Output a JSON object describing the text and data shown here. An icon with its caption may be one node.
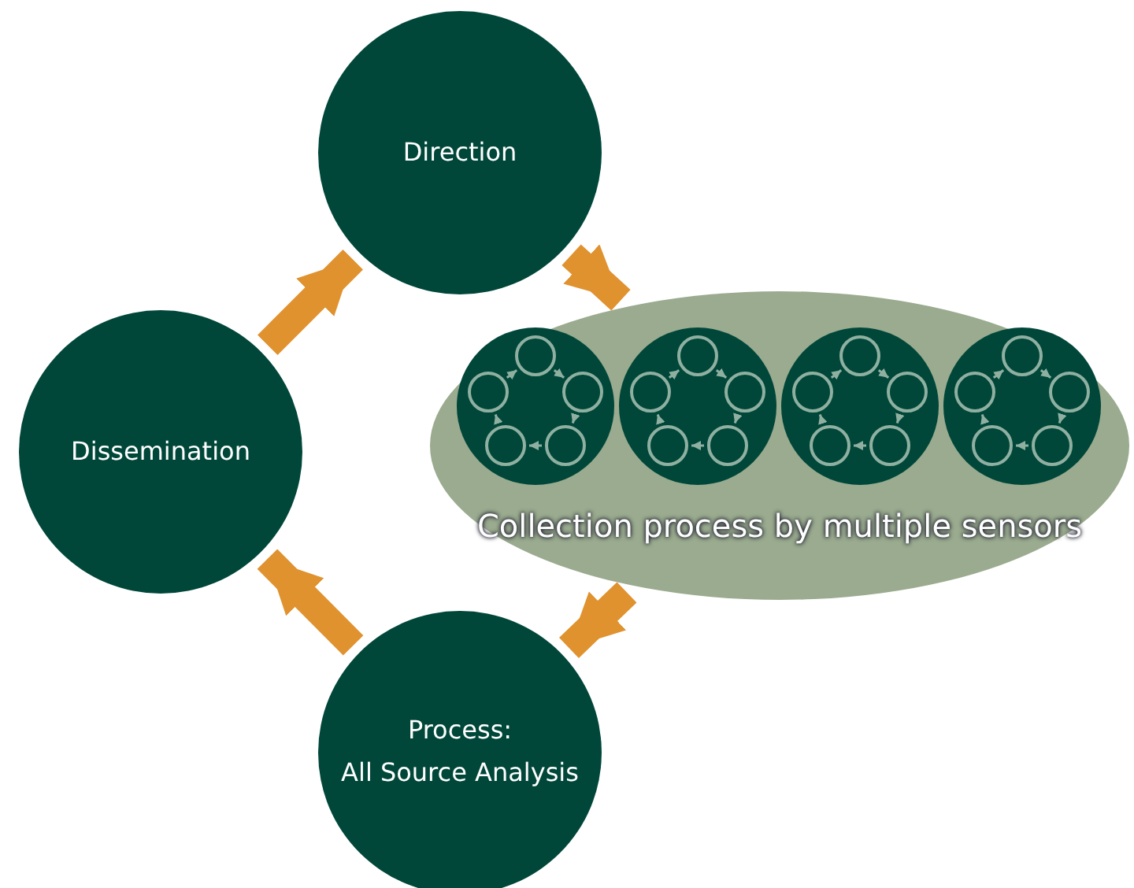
{
  "diagram": {
    "nodes": [
      {
        "text": [
          "Direction"
        ]
      },
      {
        "text": [
          "Dissemination"
        ]
      },
      {
        "text": [
          "Collection process by multiple sensors"
        ]
      },
      {
        "text": [],
        "shape": "circle",
        "in": 2
      },
      {
        "text": [],
        "shape": "circle",
        "in": 3
      },
      {
        "text": [],
        "shape": "circle",
        "in": 3
      },
      {
        "text": [],
        "shape": "circle",
        "in": 3
      },
      {
        "text": [],
        "shape": "circle",
        "in": 3
      },
      {
        "text": [],
        "shape": "circle",
        "in": 3
      },
      {
        "text": [],
        "shape": "circle",
        "in": 2
      },
      {
        "text": [],
        "shape": "circle",
        "in": 9
      },
      {
        "text": [],
        "shape": "circle",
        "in": 9
      },
      {
        "text": [],
        "shape": "circle",
        "in": 9
      },
      {
        "text": [],
        "shape": "circle",
        "in": 9
      },
      {
        "text": [],
        "shape": "circle",
        "in": 9
      },
      {
        "text": [],
        "shape": "circle",
        "in": 2
      },
      {
        "text": [],
        "shape": "circle",
        "in": 15
      },
      {
        "text": [],
        "shape": "circle",
        "in": 15
      },
      {
        "text": [],
        "shape": "circle",
        "in": 15
      },
      {
        "text": [],
        "shape": "circle",
        "in": 15
      },
      {
        "text": [],
        "shape": "circle",
        "in": 15
      },
      {
        "text": [],
        "shape": "circle",
        "in": 2
      },
      {
        "text": [],
        "shape": "circle",
        "in": 21
      },
      {
        "text": [],
        "shape": "circle",
        "in": 21
      },
      {
        "text": [],
        "shape": "circle",
        "in": 21
      },
      {
        "text": [],
        "shape": "circle",
        "in": 21
      },
      {
        "text": [],
        "shape": "circle",
        "in": 21
      },
      {
        "text": [
          "Process:",
          "All Source Analysis"
        ]
      }
    ],
    "edges": [
      {
        "from": 0,
        "to": 2,
        "arrow": "to",
        "style": "thick",
        "color": "#e0922f"
      },
      {
        "from": 2,
        "to": 27,
        "arrow": "to",
        "style": "thick",
        "color": "#e0922f"
      },
      {
        "from": 27,
        "to": 1,
        "arrow": "to",
        "style": "thick",
        "color": "#e0922f"
      },
      {
        "from": 1,
        "to": 0,
        "arrow": "to",
        "style": "thick",
        "color": "#e0922f"
      },
      {
        "from": 4,
        "to": 5,
        "arrow": "to"
      },
      {
        "from": 5,
        "to": 6,
        "arrow": "to"
      },
      {
        "from": 6,
        "to": 7,
        "arrow": "to"
      },
      {
        "from": 7,
        "to": 8,
        "arrow": "to"
      },
      {
        "from": 8,
        "to": 4,
        "arrow": "to"
      },
      {
        "from": 10,
        "to": 11,
        "arrow": "to"
      },
      {
        "from": 11,
        "to": 12,
        "arrow": "to"
      },
      {
        "from": 12,
        "to": 13,
        "arrow": "to"
      },
      {
        "from": 13,
        "to": 14,
        "arrow": "to"
      },
      {
        "from": 14,
        "to": 10,
        "arrow": "to"
      },
      {
        "from": 16,
        "to": 17,
        "arrow": "to"
      },
      {
        "from": 17,
        "to": 18,
        "arrow": "to"
      },
      {
        "from": 18,
        "to": 19,
        "arrow": "to"
      },
      {
        "from": 19,
        "to": 20,
        "arrow": "to"
      },
      {
        "from": 20,
        "to": 16,
        "arrow": "to"
      },
      {
        "from": 22,
        "to": 23,
        "arrow": "to"
      },
      {
        "from": 23,
        "to": 24,
        "arrow": "to"
      },
      {
        "from": 24,
        "to": 25,
        "arrow": "to"
      },
      {
        "from": 25,
        "to": 26,
        "arrow": "to"
      },
      {
        "from": 26,
        "to": 22,
        "arrow": "to"
      }
    ]
  }
}
